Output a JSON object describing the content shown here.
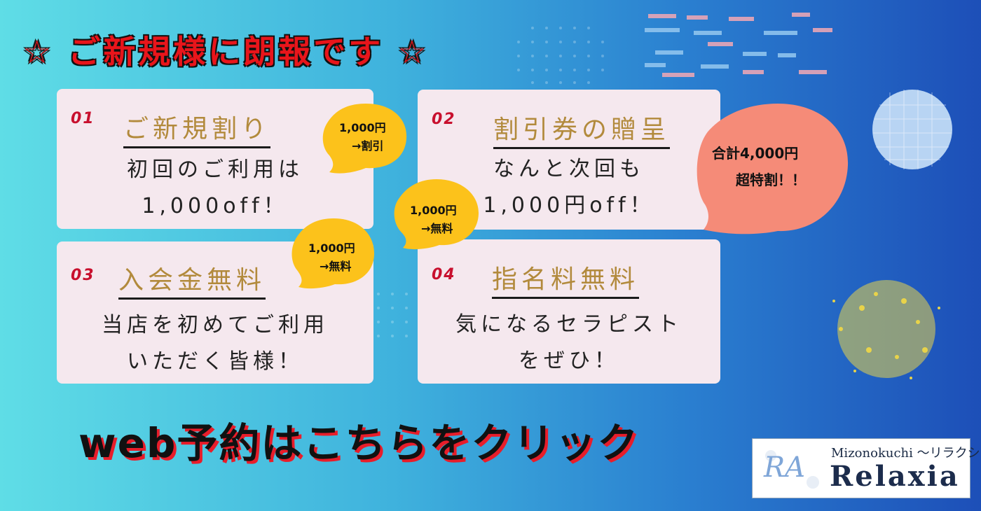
{
  "headline": "☆ ご新規様に朗報です ☆",
  "cards": [
    {
      "num": "01",
      "title": "ご新規割り",
      "line1": "初回のご利用は",
      "line2": "1,000off！"
    },
    {
      "num": "02",
      "title": "割引券の贈呈",
      "line1": "なんと次回も",
      "line2": "1,000円off！"
    },
    {
      "num": "03",
      "title": "入会金無料",
      "line1": "当店を初めてご利用",
      "line2": "いただく皆様！"
    },
    {
      "num": "04",
      "title": "指名料無料",
      "line1": "気になるセラピスト",
      "line2": "をぜひ！"
    }
  ],
  "bubbles": [
    {
      "line1": "1,000円",
      "line2": "→割引",
      "color": "#fcc21b"
    },
    {
      "line1": "1,000円",
      "line2": "→無料",
      "color": "#fcc21b"
    },
    {
      "line1": "1,000円",
      "line2": "→無料",
      "color": "#fcc21b"
    },
    {
      "line1": "合計4,000円",
      "line2": "超特割！！",
      "color": "#f58b78"
    }
  ],
  "cta": "web予約はこちらをクリック",
  "logo": {
    "subtitle": "Mizonokuchi ～リラクシア",
    "name": "Relaxia",
    "monogram": "RA"
  },
  "colors": {
    "headline": "#e8151b",
    "accent_shadow": "#e81d2a",
    "card_bg": "#f5e8ee",
    "title_gold": "#b28a3c",
    "num_red": "#c8102e"
  }
}
